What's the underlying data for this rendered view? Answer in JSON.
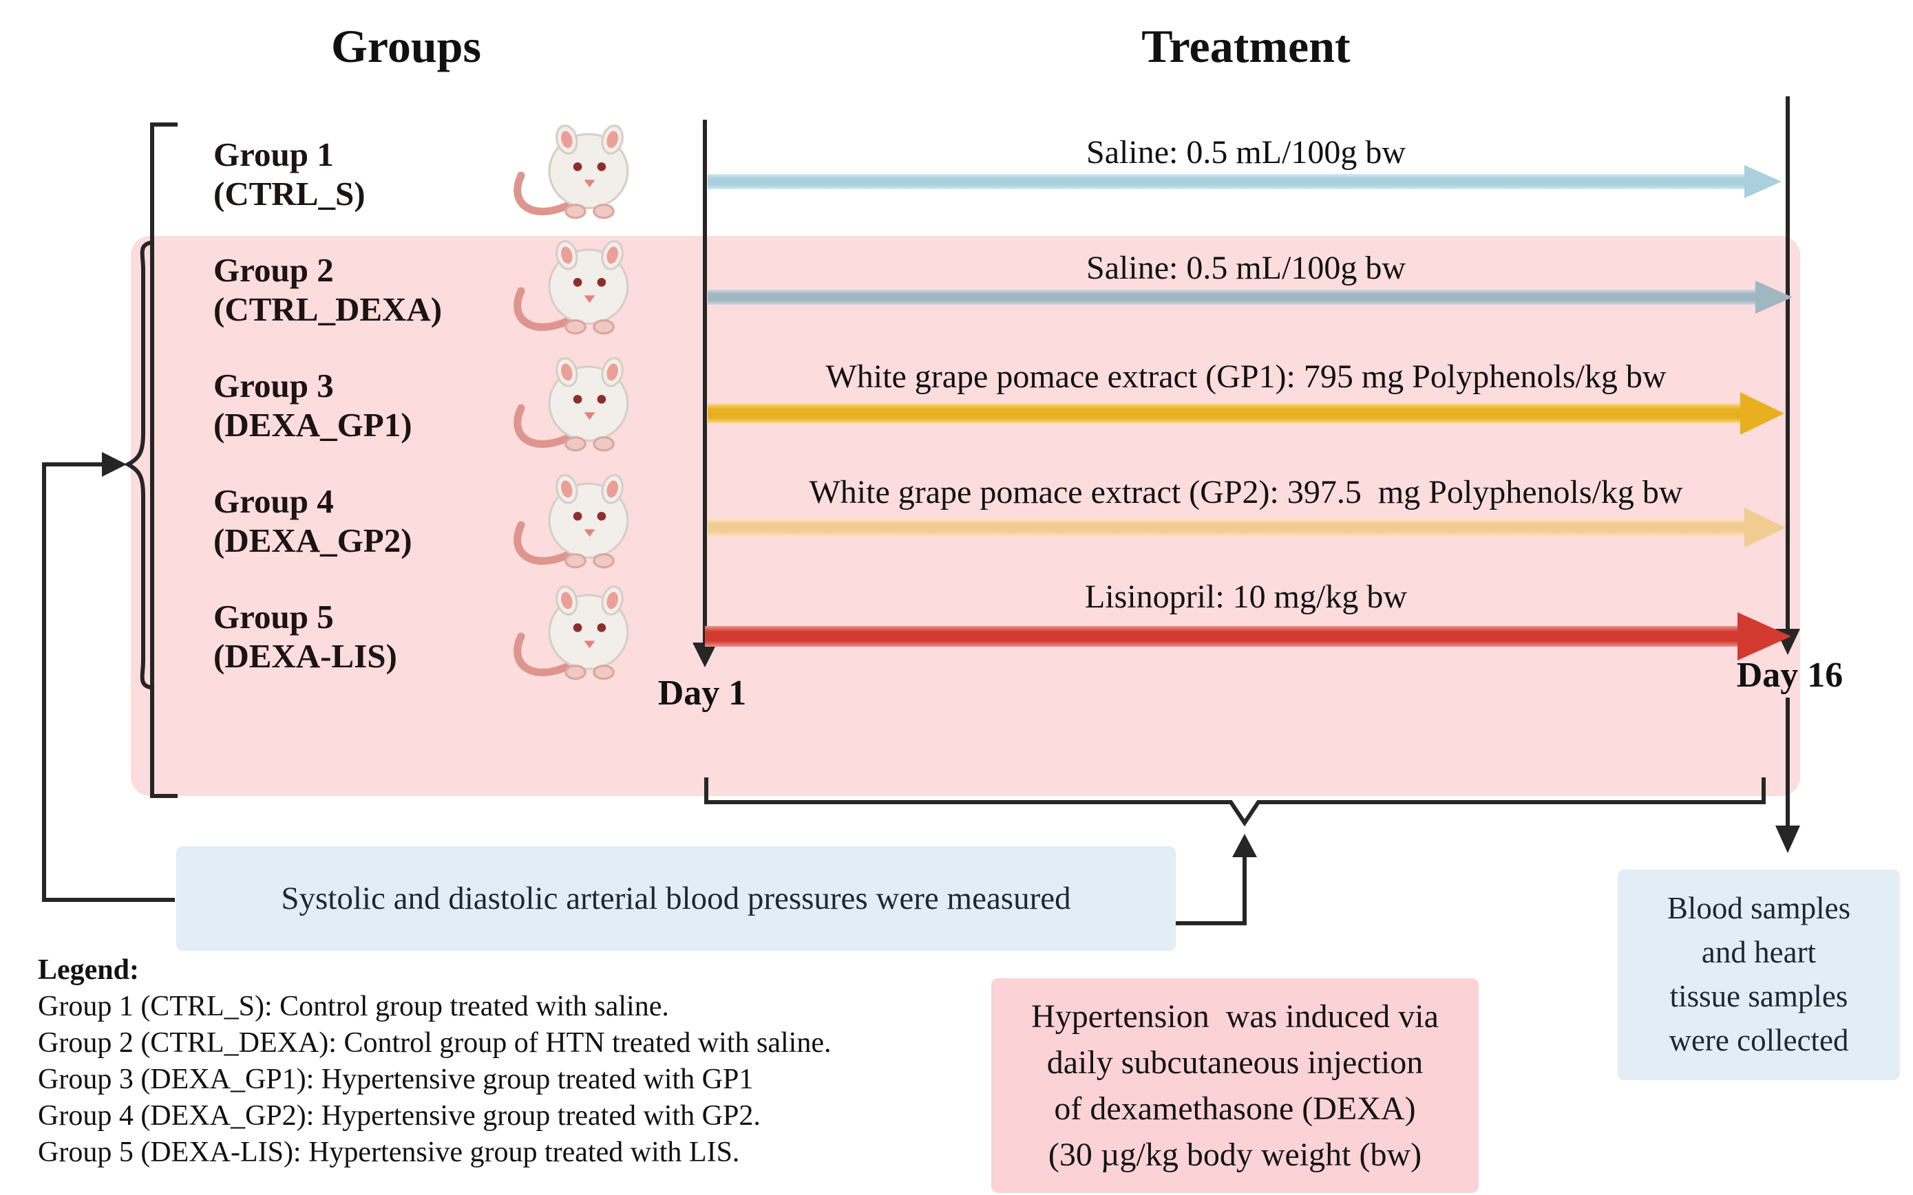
{
  "headers": {
    "groups": "Groups",
    "treatment": "Treatment"
  },
  "groups": [
    {
      "name": "Group 1",
      "code": "(CTRL_S)",
      "treatment": "Saline: 0.5 mL/100g bw",
      "arrow_color": "#a9d0dc",
      "arrow_edge": "#d4e9ef"
    },
    {
      "name": "Group 2",
      "code": "(CTRL_DEXA)",
      "treatment": "Saline: 0.5 mL/100g bw",
      "arrow_color": "#a0b7c2",
      "arrow_edge": "#cbdae1"
    },
    {
      "name": "Group 3",
      "code": "(DEXA_GP1)",
      "treatment": "White grape pomace extract (GP1): 795 mg Polyphenols/kg bw",
      "arrow_color": "#e8b01e",
      "arrow_edge": "#f4d77e"
    },
    {
      "name": "Group 4",
      "code": "(DEXA_GP2)",
      "treatment": "White grape pomace extract (GP2): 397.5  mg Polyphenols/kg bw",
      "arrow_color": "#f1cd92",
      "arrow_edge": "#f9e6c6"
    },
    {
      "name": "Group 5",
      "code": "(DEXA-LIS)",
      "treatment": "Lisinopril: 10 mg/kg bw",
      "arrow_color": "#d23a30",
      "arrow_edge": "#eb928a"
    }
  ],
  "timeline": {
    "start_label": "Day 1",
    "end_label": "Day 16"
  },
  "notes": {
    "bp_measured": "Systolic and diastolic arterial blood pressures were measured",
    "samples_lines": [
      "Blood samples",
      "and heart",
      "tissue samples",
      "were collected"
    ],
    "induction_lines": [
      "Hypertension  was induced via",
      "daily subcutaneous injection",
      "of dexamethasone (DEXA)",
      "(30 µg/kg body weight (bw)"
    ]
  },
  "legend": {
    "heading": "Legend:",
    "items": [
      "Group 1 (CTRL_S): Control group treated with saline.",
      "Group 2 (CTRL_DEXA): Control group of HTN treated with saline.",
      "Group 3 (DEXA_GP1): Hypertensive group treated with GP1",
      "Group 4 (DEXA_GP2): Hypertensive group treated with GP2.",
      "Group 5 (DEXA-LIS): Hypertensive group treated with LIS."
    ]
  },
  "icons": {
    "group_marker": "rat-icon"
  },
  "colors": {
    "highlight_box": "#fcdcdd",
    "note_box": "#fbd2d5",
    "info_box": "#e2edf5",
    "line": "#262626",
    "text": "#141414",
    "info_text": "#1a2a34"
  }
}
